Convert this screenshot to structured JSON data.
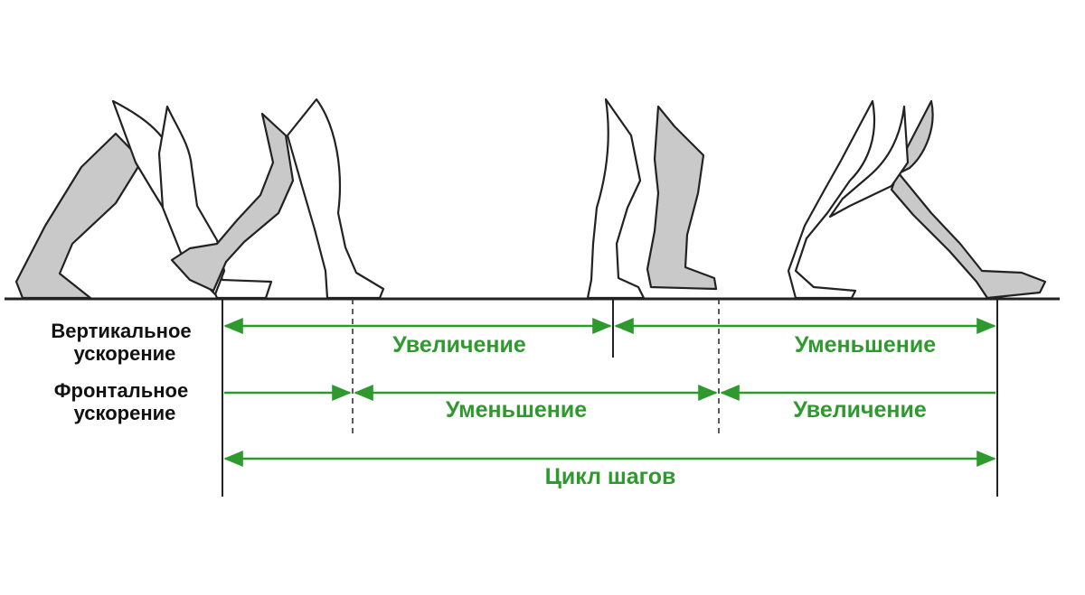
{
  "rows": {
    "vertical": {
      "line1": "Вертикальное",
      "line2": "ускорение"
    },
    "frontal": {
      "line1": "Фронтальное",
      "line2": "ускорение"
    }
  },
  "phases": {
    "vertical_increase": "Увеличение",
    "vertical_decrease": "Уменьшение",
    "frontal_decrease": "Уменьшение",
    "frontal_increase": "Увеличение",
    "cycle": "Цикл шагов"
  },
  "colors": {
    "accent_green": "#2e9a2e",
    "shaded_leg": "#c9c9c9",
    "line": "#222222"
  },
  "icons": [
    "walking-legs-illustration"
  ]
}
